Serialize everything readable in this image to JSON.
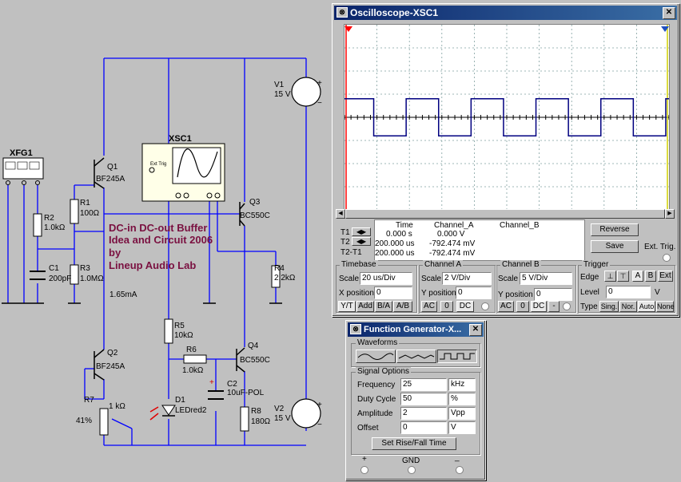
{
  "schematic": {
    "xfg1": "XFG1",
    "xsc1": "XSC1",
    "ext_trig_small": "Ext Trig",
    "q1": "Q1",
    "q1_part": "BF245A",
    "q2": "Q2",
    "q2_part": "BF245A",
    "q3": "Q3",
    "q3_part": "BC550C",
    "q4": "Q4",
    "q4_part": "BC550C",
    "r1": "R1",
    "r1_val": "100Ω",
    "r2": "R2",
    "r2_val": "1.0kΩ",
    "r3": "R3",
    "r3_val": "1.0MΩ",
    "r4": "R4",
    "r4_val": "2.2kΩ",
    "r5": "R5",
    "r5_val": "10kΩ",
    "r6": "R6",
    "r6_val": "1.0kΩ",
    "r7": "R7",
    "r7_val": "1 kΩ",
    "r7_pct": "41%",
    "r8": "R8",
    "r8_val": "180Ω",
    "c1": "C1",
    "c1_val": "200pF",
    "c2": "C2",
    "c2_val": "10uF-POL",
    "d1": "D1",
    "d1_val": "LEDred2",
    "v1": "V1",
    "v1_val": "15 V",
    "v2": "V2",
    "v2_val": "15 V",
    "current": "1.65mA",
    "note_line1": "DC-in DC-out Buffer",
    "note_line2": "Idea and Circuit 2006",
    "note_line3": "by",
    "note_line4": "Lineup Audio Lab"
  },
  "oscilloscope": {
    "title": "Oscilloscope-XSC1",
    "table_headers": {
      "time": "Time",
      "ch_a": "Channel_A",
      "ch_b": "Channel_B"
    },
    "rows": [
      {
        "label": "T1",
        "time": "0.000 s",
        "ch_a": "0.000 V",
        "ch_b": ""
      },
      {
        "label": "T2",
        "time": "200.000 us",
        "ch_a": "-792.474 mV",
        "ch_b": ""
      },
      {
        "label": "T2-T1",
        "time": "200.000 us",
        "ch_a": "-792.474 mV",
        "ch_b": ""
      }
    ],
    "reverse_label": "Reverse",
    "save_label": "Save",
    "ext_trig_label": "Ext. Trig.",
    "timebase": {
      "title": "Timebase",
      "scale_label": "Scale",
      "scale_value": "20 us/Div",
      "xpos_label": "X position",
      "xpos_value": "0",
      "buttons": [
        "Y/T",
        "Add",
        "B/A",
        "A/B"
      ]
    },
    "channel_a": {
      "title": "Channel A",
      "scale_label": "Scale",
      "scale_value": "2  V/Div",
      "ypos_label": "Y position",
      "ypos_value": "0",
      "buttons": [
        "AC",
        "0",
        "DC"
      ]
    },
    "channel_b": {
      "title": "Channel B",
      "scale_label": "Scale",
      "scale_value": "5  V/Div",
      "ypos_label": "Y position",
      "ypos_value": "0",
      "buttons": [
        "AC",
        "0",
        "DC",
        "-"
      ]
    },
    "trigger": {
      "title": "Trigger",
      "edge_label": "Edge",
      "level_label": "Level",
      "level_value": "0",
      "level_unit": "V",
      "type_label": "Type",
      "edge_buttons": [
        "A",
        "B",
        "Ext"
      ],
      "type_buttons": [
        "Sing.",
        "Nor.",
        "Auto",
        "None"
      ]
    }
  },
  "function_generator": {
    "title": "Function Generator-X...",
    "waveforms_title": "Waveforms",
    "signal_title": "Signal Options",
    "frequency_label": "Frequency",
    "frequency_value": "25",
    "frequency_unit": "kHz",
    "duty_label": "Duty Cycle",
    "duty_value": "50",
    "duty_unit": "%",
    "amplitude_label": "Amplitude",
    "amplitude_value": "2",
    "amplitude_unit": "Vpp",
    "offset_label": "Offset",
    "offset_value": "0",
    "offset_unit": "V",
    "rise_fall_label": "Set Rise/Fall Time",
    "plus_label": "+",
    "gnd_label": "GND",
    "minus_label": "_"
  },
  "colors": {
    "wire": "#0000ff",
    "trace": "#000080",
    "title_bar": "#0a246a",
    "note": "#7a1040"
  }
}
